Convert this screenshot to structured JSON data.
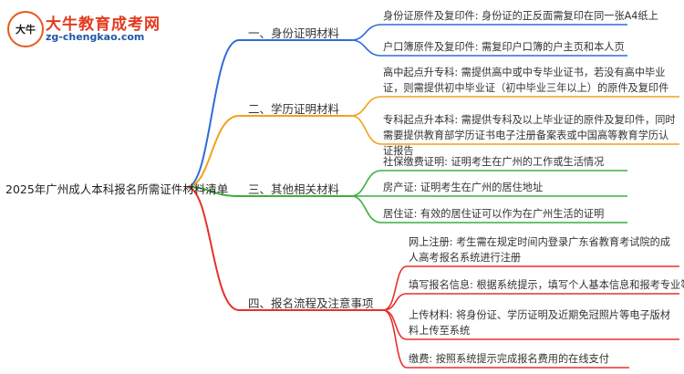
{
  "logo": {
    "mark": "大牛",
    "title": "大牛教育成考网",
    "url": "zg-chengkao.com"
  },
  "root": {
    "label": "2025年广州成人本科报名所需证件材料清单"
  },
  "colors": {
    "blue": "#2f6bd8",
    "orange": "#f0a21a",
    "green": "#3fae3f",
    "red": "#e8302a"
  },
  "branches": [
    {
      "label": "一、身份证明材料",
      "leaves": [
        "身份证原件及复印件: 身份证的正反面需复印在同一张A4纸上",
        "户口簿原件及复印件: 需复印户口簿的户主页和本人页"
      ]
    },
    {
      "label": "二、学历证明材料",
      "leaves": [
        "高中起点升专科: 需提供高中或中专毕业证书，若没有高中毕业证，则需提供初中毕业证（初中毕业三年以上）的原件及复印件",
        "专科起点升本科: 需提供专科及以上毕业证的原件及复印件，同时需要提供教育部学历证书电子注册备案表或中国高等教育学历认证报告"
      ]
    },
    {
      "label": "三、其他相关材料",
      "leaves": [
        "社保缴费证明: 证明考生在广州的工作或生活情况",
        "房产证: 证明考生在广州的居住地址",
        "居住证: 有效的居住证可以作为在广州生活的证明"
      ]
    },
    {
      "label": "四、报名流程及注意事项",
      "leaves": [
        "网上注册: 考生需在规定时间内登录广东省教育考试院的成人高考报名系统进行注册",
        "填写报名信息: 根据系统提示，填写个人基本信息和报考专业等",
        "上传材料: 将身份证、学历证明及近期免冠照片等电子版材料上传至系统",
        "缴费: 按照系统提示完成报名费用的在线支付"
      ]
    }
  ]
}
